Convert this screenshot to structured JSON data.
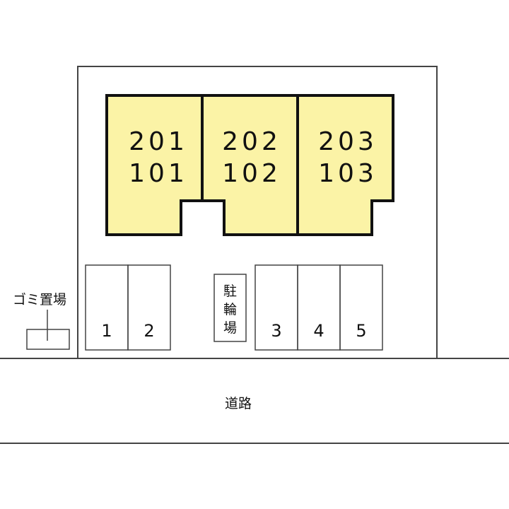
{
  "colors": {
    "building_fill": "#fbf3a6",
    "building_stroke": "#111111",
    "line": "#333333"
  },
  "units": [
    {
      "upper": "201",
      "lower": "101"
    },
    {
      "upper": "202",
      "lower": "102"
    },
    {
      "upper": "203",
      "lower": "103"
    }
  ],
  "parking_spaces": [
    "1",
    "2",
    "3",
    "4",
    "5"
  ],
  "bicycle_parking": {
    "chars": [
      "駐",
      "輪",
      "場"
    ]
  },
  "garbage": {
    "label": "ゴミ置場"
  },
  "road": {
    "label": "道路"
  }
}
